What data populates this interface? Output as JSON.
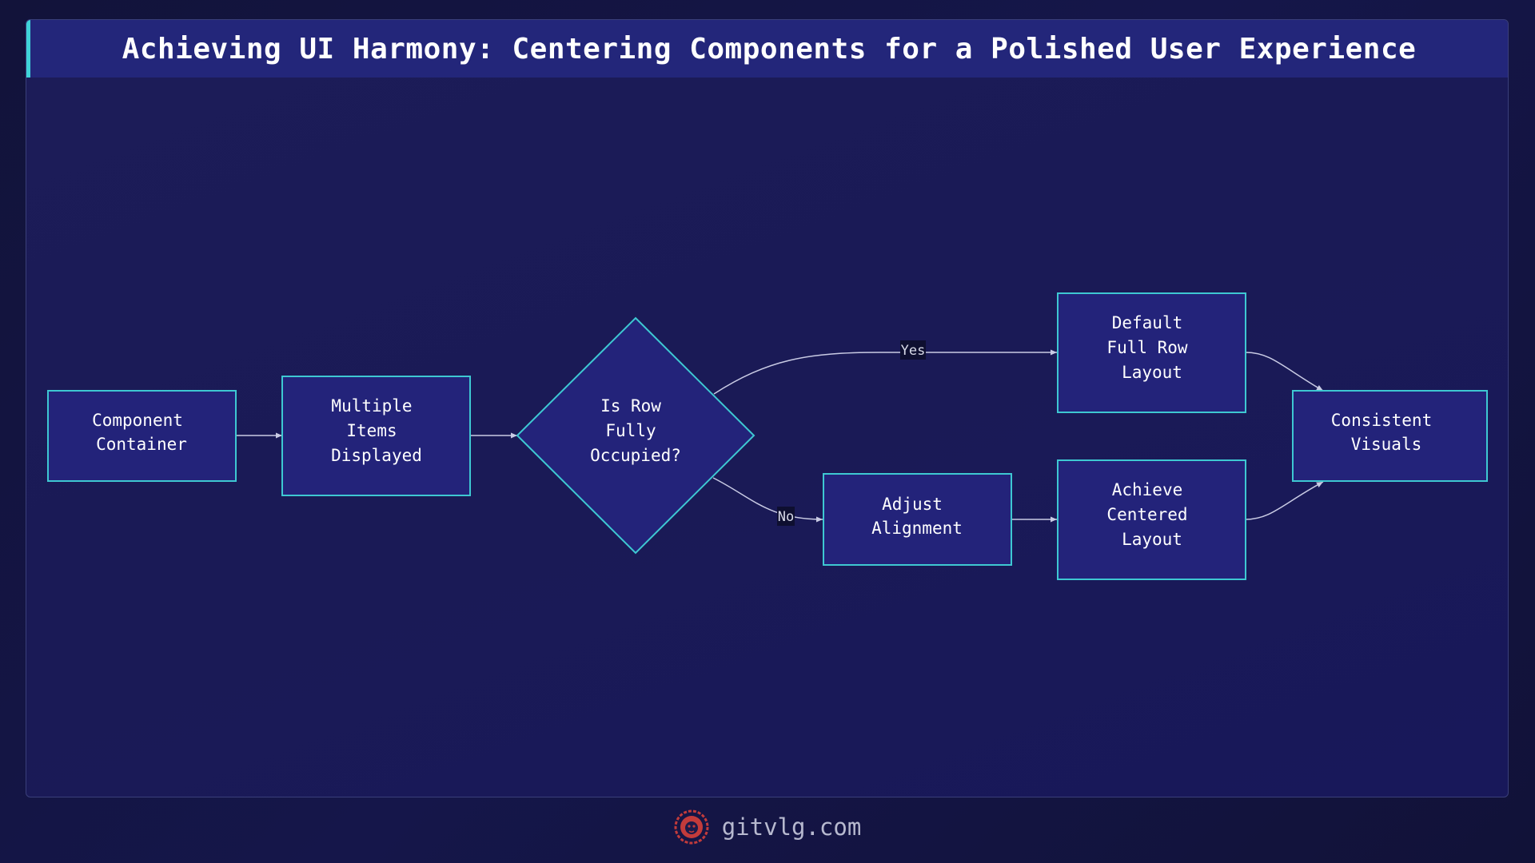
{
  "title": "Achieving UI Harmony: Centering Components for a Polished User Experience",
  "colors": {
    "node_fill": "#23237a",
    "node_stroke": "#3ec8d2",
    "accent": "#3fd3d8",
    "edge": "#c9cbe4",
    "logo": "#c23b3b"
  },
  "diagram": {
    "nodes": {
      "component_container": {
        "lines": [
          "Component",
          "Container"
        ]
      },
      "multiple_items": {
        "lines": [
          "Multiple",
          "Items",
          "Displayed"
        ]
      },
      "decision": {
        "lines": [
          "Is Row",
          "Fully",
          "Occupied?"
        ]
      },
      "default_layout": {
        "lines": [
          "Default",
          "Full Row",
          "Layout"
        ]
      },
      "adjust_alignment": {
        "lines": [
          "Adjust",
          "Alignment"
        ]
      },
      "centered_layout": {
        "lines": [
          "Achieve",
          "Centered",
          "Layout"
        ]
      },
      "consistent_visuals": {
        "lines": [
          "Consistent",
          "Visuals"
        ]
      }
    },
    "edge_labels": {
      "yes": "Yes",
      "no": "No"
    }
  },
  "footer": {
    "logo_icon": "lion-head-icon",
    "site": "gitvlg.com"
  }
}
